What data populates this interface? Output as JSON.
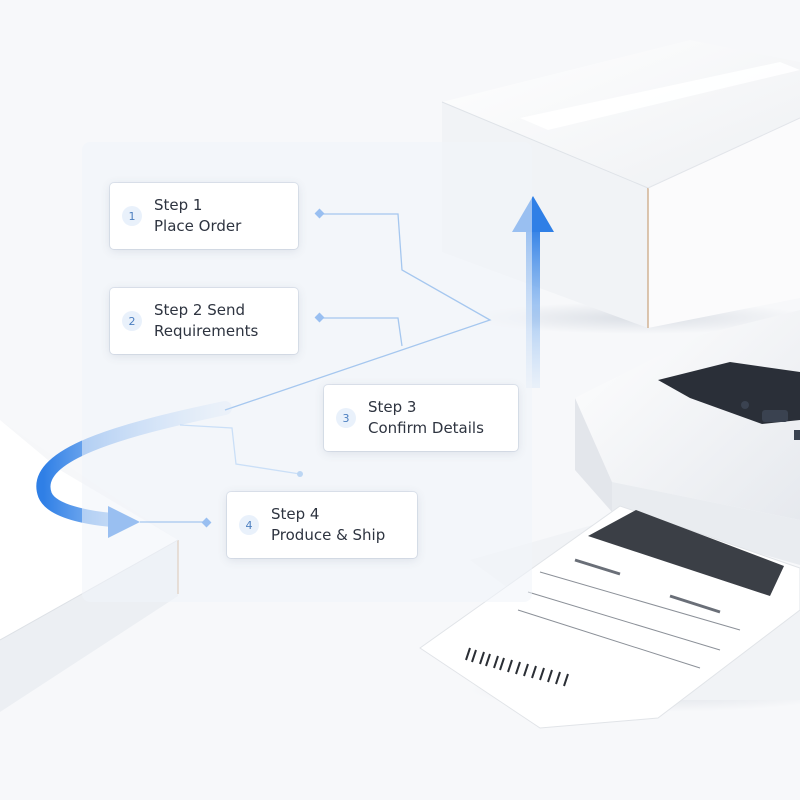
{
  "steps": [
    {
      "number": "1",
      "title": "Step 1",
      "subtitle": "Place Order"
    },
    {
      "number": "2",
      "title": "Step 2 Send",
      "subtitle": "Requirements"
    },
    {
      "number": "3",
      "title": "Step 3",
      "subtitle": "Confirm Details"
    },
    {
      "number": "4",
      "title": "Step 4",
      "subtitle": "Produce & Ship"
    }
  ],
  "colors": {
    "accent": "#2f7fe6",
    "line": "#4a90e2",
    "card": "#ffffff",
    "text": "#2e3440",
    "box": "#ffffff"
  }
}
